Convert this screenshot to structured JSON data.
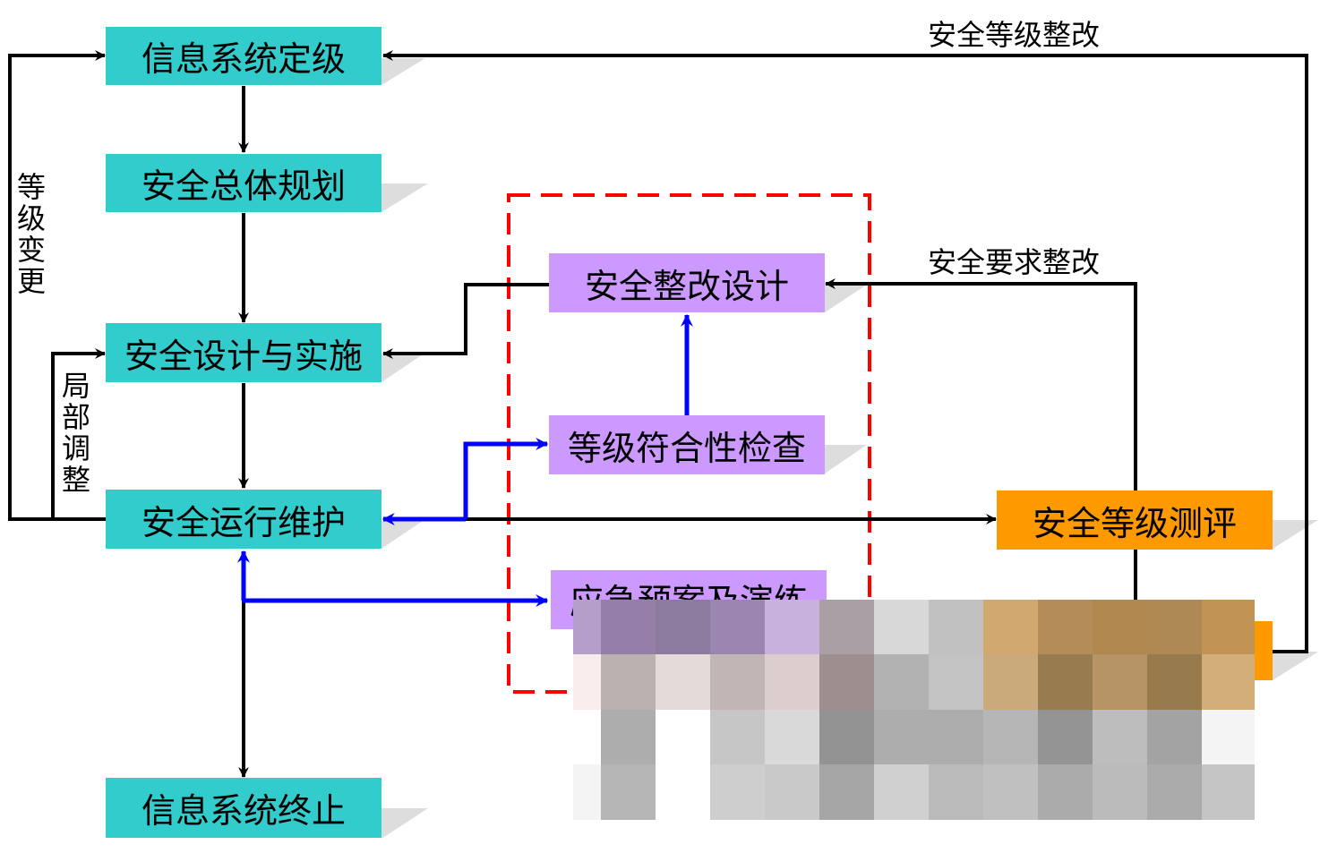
{
  "colors": {
    "lifecycle_node": "#33CCCC",
    "check_node": "#CC99FF",
    "assessment_node": "#FF9900",
    "black_arrow": "#000000",
    "blue_arrow": "#0000FF",
    "dashed_frame": "#FF0000",
    "shadow": "#DDDDDD"
  },
  "nodes": {
    "system_grading": "信息系统定级",
    "overall_planning": "安全总体规划",
    "design_implementation": "安全设计与实施",
    "operation_maintenance": "安全运行维护",
    "system_termination": "信息系统终止",
    "rectification_design": "安全整改设计",
    "compliance_check": "等级符合性检查",
    "emergency_plan": "应急预案及演练",
    "level_assessment": "安全等级测评"
  },
  "edge_labels": {
    "level_change": "等级变更",
    "local_adjustment": "局部调整",
    "level_rectification": "安全等级整改",
    "requirement_rectification": "安全要求整改"
  },
  "redaction": {
    "description": "pixelated mosaic covering lower-right region",
    "rows": [
      [
        "#B49FC8",
        "#957FA8",
        "#8C7B9E",
        "#9B86B0",
        "#C9B1DE",
        "#AB9FA6",
        "#D8D8D8",
        "#C1C1C1",
        "#D0A870",
        "#B38C58",
        "#B0884F",
        "#AE8953",
        "#C19455"
      ],
      [
        "#F8ECEC",
        "#BBB1B0",
        "#E4DADA",
        "#C1B5B5",
        "#DCCECF",
        "#9D8F8D",
        "#B2B2B2",
        "#C3C3C3",
        "#CAA97A",
        "#977C50",
        "#B69466",
        "#977B4D",
        "#D3AE78"
      ],
      [
        "#FFFFFF",
        "#ADADAD",
        "#FFFFFF",
        "#C6C6C6",
        "#D9D9D9",
        "#939393",
        "#ADADAD",
        "#ADADAD",
        "#B6B6B6",
        "#949494",
        "#BDBDBD",
        "#A3A3A3",
        "#F4F4F4"
      ],
      [
        "#F4F4F4",
        "#B6B6B6",
        "#FFFFFF",
        "#CECECE",
        "#C9C9C9",
        "#A6A6A6",
        "#D0D0D0",
        "#BABABA",
        "#C0C0C0",
        "#ABABAB",
        "#BBBBBB",
        "#ABABAB",
        "#C5C5C5"
      ]
    ]
  }
}
